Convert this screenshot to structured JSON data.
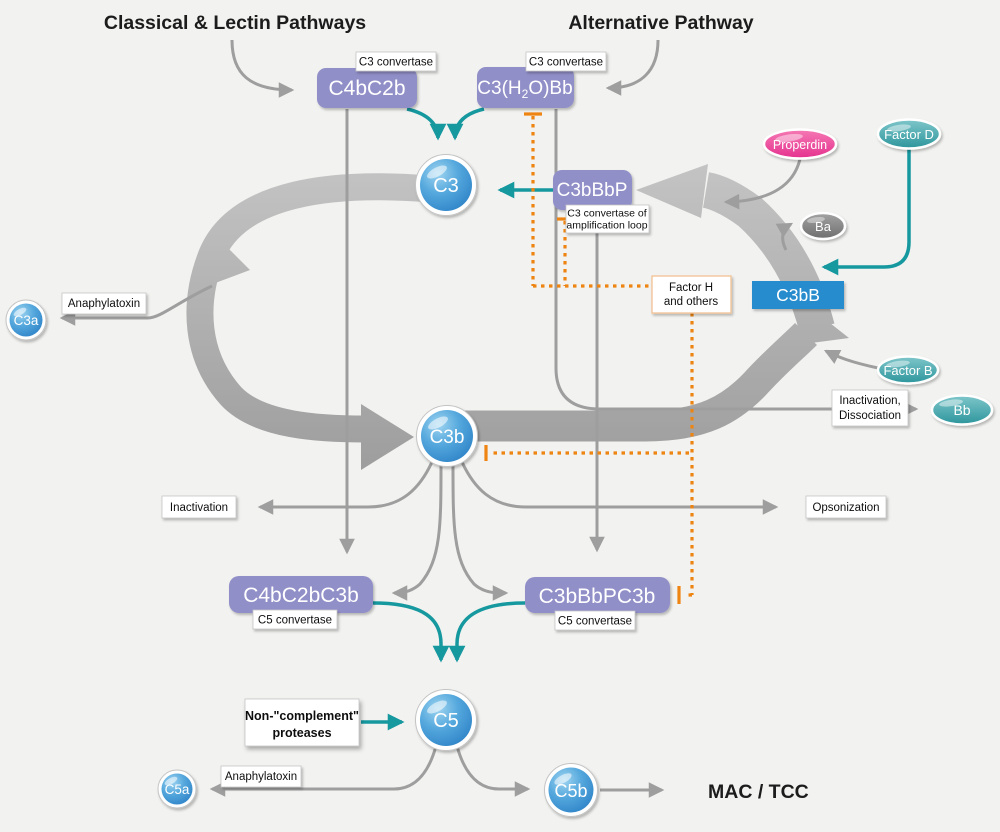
{
  "colors": {
    "background": "#f2f2f0",
    "purple_box": "#918fc8",
    "blue_circle": "#3187c9",
    "c3bb_blue": "#268ccd",
    "teal_arrow": "#16989f",
    "pink_properdin": "#e8459a",
    "teal_ellipse": "#31989e",
    "gray_band": "#aeaeae",
    "gray_line": "#9e9e9e",
    "orange_inhibition": "#ee8512"
  },
  "titles": {
    "classical_lectin": "Classical & Lectin Pathways",
    "alternative": "Alternative Pathway",
    "mac_tcc": "MAC / TCC"
  },
  "nodes": {
    "c4bc2b": "C4bC2b",
    "c3h2obb_pre": "C3(H",
    "c3h2obb_sub": "2",
    "c3h2obb_post": "O)Bb",
    "c3bbbp": "C3bBbP",
    "c3": "C3",
    "c3a": "C3a",
    "c3b": "C3b",
    "c3bb": "C3bB",
    "c4bc2bc3b": "C4bC2bC3b",
    "c3bbbpc3b": "C3bBbPC3b",
    "c5": "C5",
    "c5a": "C5a",
    "c5b": "C5b",
    "properdin": "Properdin",
    "factor_d": "Factor D",
    "factor_b": "Factor B",
    "ba": "Ba",
    "bb": "Bb"
  },
  "labels": {
    "c3_convertase_left": "C3 convertase",
    "c3_convertase_right": "C3 convertase",
    "amplification_l1": "C3 convertase of",
    "amplification_l2": "amplification loop",
    "factor_h_l1": "Factor H",
    "factor_h_l2": "and others",
    "anaphylatoxin_c3a": "Anaphylatoxin",
    "anaphylatoxin_c5a": "Anaphylatoxin",
    "inactivation": "Inactivation",
    "opsonization": "Opsonization",
    "inact_dissoc_l1": "Inactivation,",
    "inact_dissoc_l2": "Dissociation",
    "c5_convertase_left": "C5 convertase",
    "c5_convertase_right": "C5 convertase",
    "non_complement_l1": "Non-\"complement\"",
    "non_complement_l2": "proteases"
  }
}
